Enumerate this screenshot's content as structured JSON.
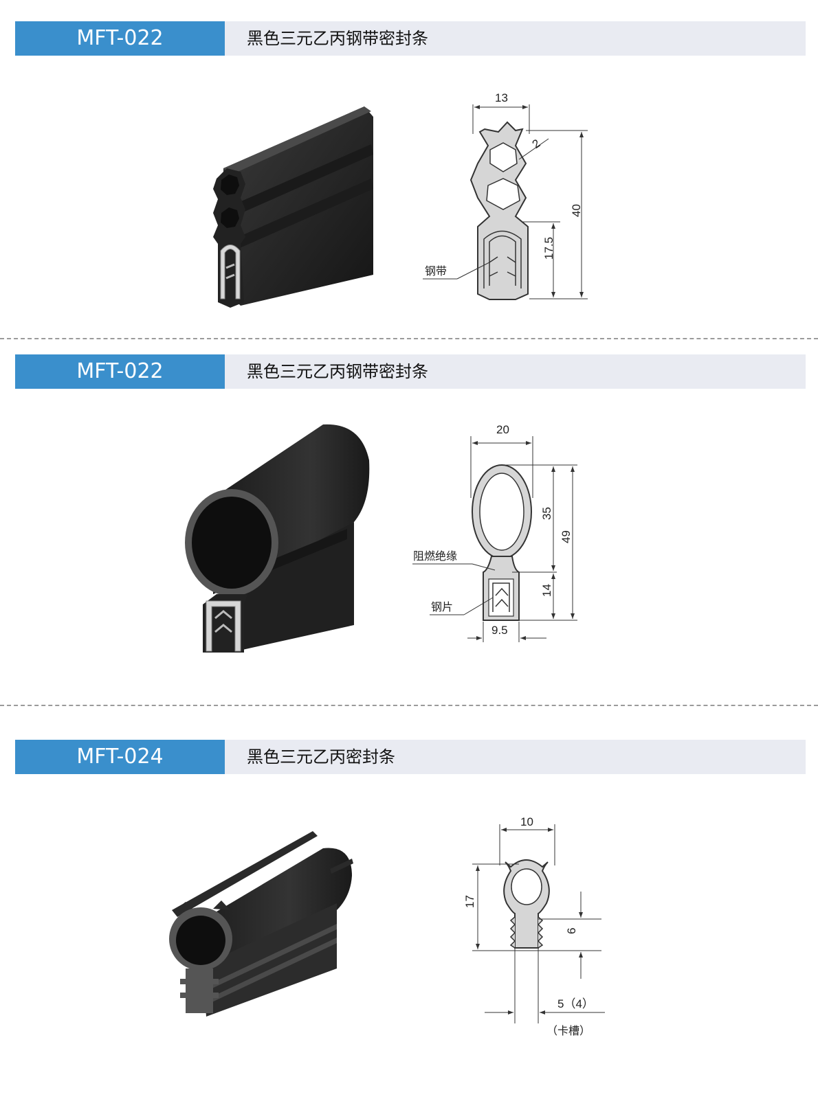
{
  "products": [
    {
      "code": "MFT-022",
      "name": "黑色三元乙丙钢带密封条",
      "dims": {
        "width": "13",
        "wall": "2",
        "height": "40",
        "clip_height": "17.5"
      },
      "callouts": {
        "steel": "钢带"
      }
    },
    {
      "code": "MFT-022",
      "name": "黑色三元乙丙钢带密封条",
      "dims": {
        "width": "20",
        "bulb_height": "35",
        "height": "49",
        "clip_height": "14",
        "clip_width": "9.5"
      },
      "callouts": {
        "insulation": "阻燃绝缘",
        "steel": "钢片"
      }
    },
    {
      "code": "MFT-024",
      "name": "黑色三元乙丙密封条",
      "dims": {
        "width": "10",
        "height": "17",
        "fin_height": "6",
        "slot": "5（4）"
      },
      "callouts": {
        "slot": "（卡槽）"
      }
    }
  ],
  "colors": {
    "header_blue": "#3a8fcc",
    "header_gray": "#e9ebf2",
    "rubber": "#2b2b2b",
    "section_fill": "#d6d6d6"
  }
}
